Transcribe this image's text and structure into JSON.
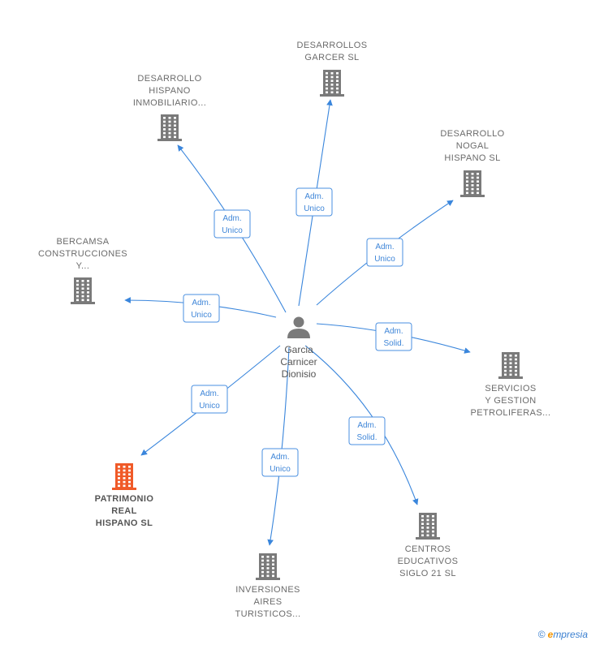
{
  "center": {
    "lines": [
      "Garcia",
      "Carnicer",
      "Dionisio"
    ]
  },
  "nodes": [
    {
      "id": "desarrollos-garcer",
      "lines": [
        "DESARROLLOS",
        "GARCER  SL"
      ],
      "highlight": false
    },
    {
      "id": "desarrollo-hispano",
      "lines": [
        "DESARROLLO",
        "HISPANO",
        "INMOBILIARIO..."
      ],
      "highlight": false
    },
    {
      "id": "desarrollo-nogal",
      "lines": [
        "DESARROLLO",
        "NOGAL",
        "HISPANO  SL"
      ],
      "highlight": false
    },
    {
      "id": "bercamsa",
      "lines": [
        "BERCAMSA",
        "CONSTRUCCIONES",
        "Y..."
      ],
      "highlight": false
    },
    {
      "id": "servicios",
      "lines": [
        "SERVICIOS",
        "Y GESTION",
        "PETROLIFERAS..."
      ],
      "highlight": false
    },
    {
      "id": "patrimonio",
      "lines": [
        "PATRIMONIO",
        "REAL",
        "HISPANO  SL"
      ],
      "highlight": true
    },
    {
      "id": "inversiones",
      "lines": [
        "INVERSIONES",
        "AIRES",
        "TURISTICOS..."
      ],
      "highlight": false
    },
    {
      "id": "centros",
      "lines": [
        "CENTROS",
        "EDUCATIVOS",
        "SIGLO 21  SL"
      ],
      "highlight": false
    }
  ],
  "edges": [
    {
      "to": "desarrollos-garcer",
      "label": [
        "Adm.",
        "Unico"
      ]
    },
    {
      "to": "desarrollo-hispano",
      "label": [
        "Adm.",
        "Unico"
      ]
    },
    {
      "to": "desarrollo-nogal",
      "label": [
        "Adm.",
        "Unico"
      ]
    },
    {
      "to": "bercamsa",
      "label": [
        "Adm.",
        "Unico"
      ]
    },
    {
      "to": "servicios",
      "label": [
        "Adm.",
        "Solid."
      ]
    },
    {
      "to": "patrimonio",
      "label": [
        "Adm.",
        "Unico"
      ]
    },
    {
      "to": "inversiones",
      "label": [
        "Adm.",
        "Unico"
      ]
    },
    {
      "to": "centros",
      "label": [
        "Adm.",
        "Solid."
      ]
    }
  ],
  "colors": {
    "edge": "#3a86dc",
    "building": "#7a7a7a",
    "building_highlight": "#f05a28",
    "person": "#7a7a7a"
  },
  "icons": {
    "company": "building-icon",
    "person": "person-icon",
    "copyright": "copyright-icon"
  },
  "footer": {
    "copyright": "©",
    "brand_e": "e",
    "brand_rest": "mpresia"
  }
}
